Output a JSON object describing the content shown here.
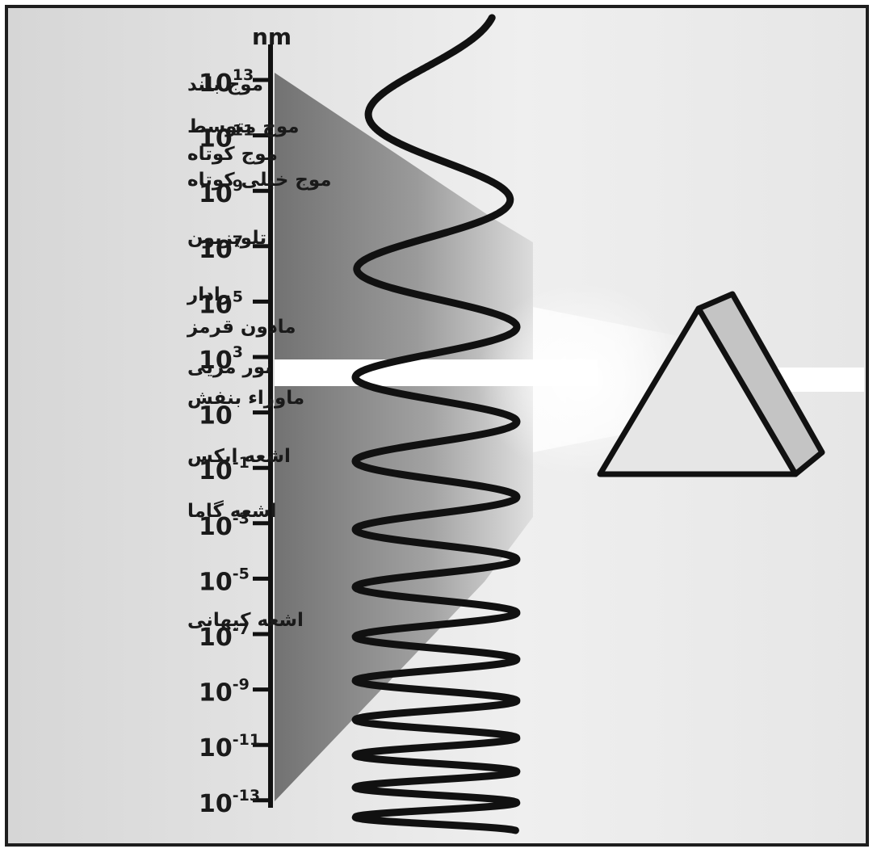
{
  "axis": {
    "unit": "nm",
    "ticks": [
      {
        "base": "10",
        "exp": "13"
      },
      {
        "base": "10",
        "exp": "11"
      },
      {
        "base": "10",
        "exp": "9"
      },
      {
        "base": "10",
        "exp": "7"
      },
      {
        "base": "10",
        "exp": "5"
      },
      {
        "base": "10",
        "exp": "3"
      },
      {
        "base": "10",
        "exp": ""
      },
      {
        "base": "10",
        "exp": "-1"
      },
      {
        "base": "10",
        "exp": "-3"
      },
      {
        "base": "10",
        "exp": "-5"
      },
      {
        "base": "10",
        "exp": "-7"
      },
      {
        "base": "10",
        "exp": "-9"
      },
      {
        "base": "10",
        "exp": "-11"
      },
      {
        "base": "10",
        "exp": "-13"
      }
    ]
  },
  "bands": [
    "موج بلند",
    "موج متوسط",
    "موج کوتاه",
    "موج خیلی کوتاه",
    "تلویزیون",
    "رادار",
    "مادون قرمز",
    "نور مریی",
    "ماوراء بنفش",
    "اشعه ایکس",
    "اشعه گاما",
    "اشعه کیهانی"
  ],
  "colors": {
    "frame": "#1e1e1e",
    "shade_dark": "#7a7a7a",
    "light_beam": "#ffffff",
    "prism_face": "#e6e6e6",
    "prism_side": "#c4c4c4"
  },
  "icons": {
    "prism": "triangular-prism",
    "wave": "electromagnetic-wave"
  }
}
